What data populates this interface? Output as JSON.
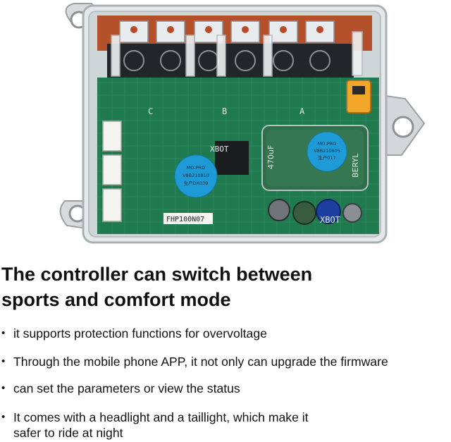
{
  "photo": {
    "board_labels": {
      "brand": "XBOT",
      "model": "FHP100N07",
      "brand_small": "XBOT"
    },
    "sticker_left": [
      "MO-PRO",
      "V8B210810",
      "生产DX039"
    ],
    "sticker_right": [
      "MO-PRO",
      "V8B210805",
      "生产017"
    ],
    "capacitor_text": "470uF",
    "capacitor_brand": "BERYL",
    "silkscreen": [
      "C",
      "B",
      "A"
    ]
  },
  "headline": {
    "line1": "The controller can switch between",
    "line2": "sports and comfort mode"
  },
  "bullets": [
    {
      "lines": [
        "it supports protection functions for overvoltage"
      ]
    },
    {
      "lines": [
        "Through the mobile phone APP, it not only can upgrade the firmware"
      ]
    },
    {
      "lines": [
        "can set the parameters or view the status"
      ]
    },
    {
      "lines": [
        "It comes with a headlight and a taillight, which make it",
        "safer to ride at night"
      ]
    }
  ],
  "bullet_symbol": "•"
}
